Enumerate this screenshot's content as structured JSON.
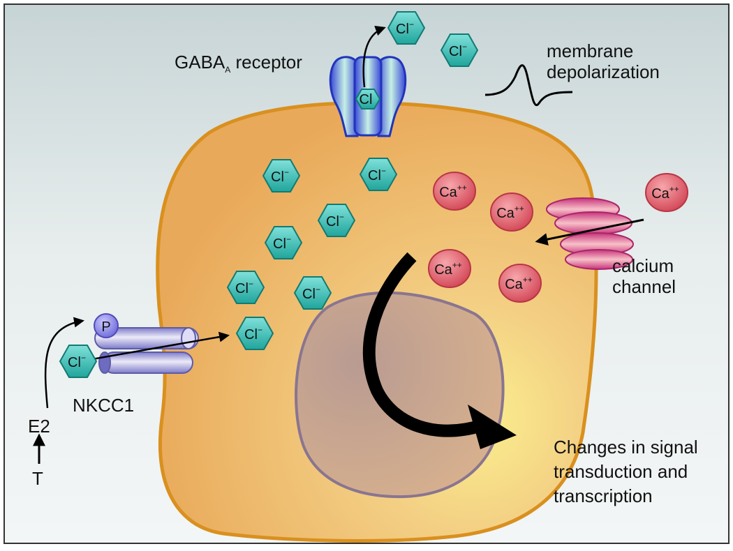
{
  "labels": {
    "gaba_main": "GABA",
    "gaba_sub": "A",
    "gaba_rest": " receptor",
    "membrane_line1": "membrane",
    "membrane_line2": "depolarization",
    "calcium_line1": "calcium",
    "calcium_line2": "channel",
    "nkcc1": "NKCC1",
    "e2": "E2",
    "t": "T",
    "changes_line1": "Changes in signal",
    "changes_line2": "transduction and",
    "changes_line3": "transcription"
  },
  "ions": {
    "chloride": "Cl",
    "chloride_charge": "−",
    "calcium": "Ca",
    "calcium_charge": "++",
    "phosphate": "P"
  },
  "colors": {
    "cell_fill": "#f0bf6a",
    "cell_outline": "#d9901f",
    "nucleus_fill": "#c8a089",
    "nucleus_outline": "#8a7590",
    "chloride_ion": "#39c0b7",
    "calcium_ion": "#dd5c67",
    "receptor": "#3f58e0",
    "nkcc1": "#9a98dd",
    "calcium_channel": "#d9488f"
  }
}
